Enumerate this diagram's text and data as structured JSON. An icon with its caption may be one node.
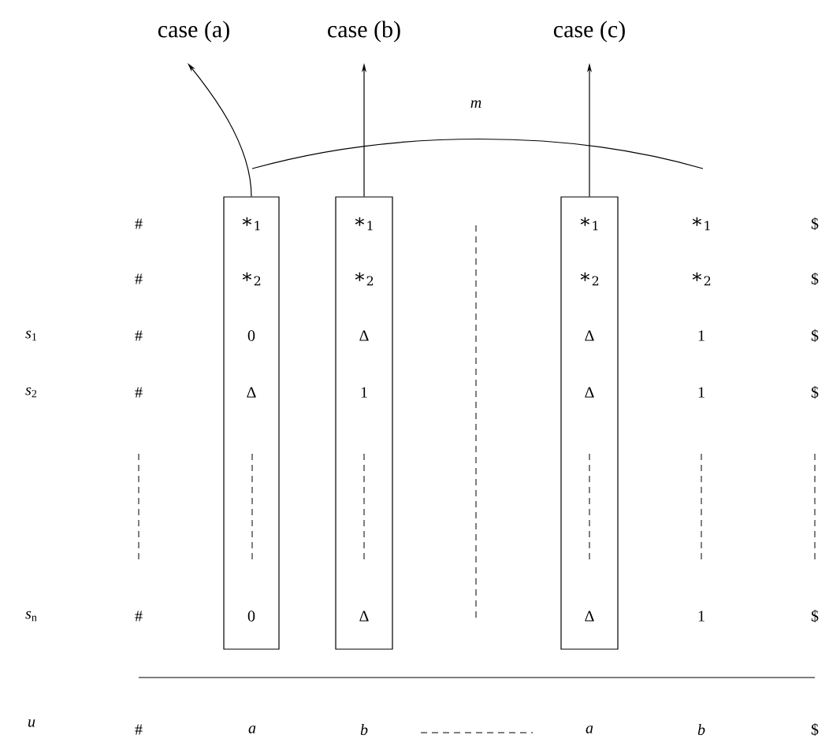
{
  "diagram": {
    "nodes": [
      {
        "text": [
          "case (a)"
        ]
      },
      {
        "text": [
          "case (b)"
        ]
      },
      {
        "text": [
          "case (c)"
        ]
      },
      {
        "text": [
          "∗$_{1}$",
          "∗$_{2}$",
          "0",
          "Δ",
          "0"
        ]
      },
      {
        "text": [
          "∗$_{1}$",
          "∗$_{2}$",
          "Δ",
          "1",
          "Δ"
        ]
      },
      {
        "text": [
          "∗$_{1}$",
          "∗$_{2}$",
          "Δ",
          "Δ",
          "Δ"
        ]
      }
    ],
    "edges": [
      {
        "from": 3,
        "to": 0,
        "arrow": "to"
      },
      {
        "from": 4,
        "to": 1,
        "arrow": "to"
      },
      {
        "from": 5,
        "to": 2,
        "arrow": "to"
      }
    ],
    "labels": [
      "*m*",
      "#",
      "∗$_{1}$",
      "$",
      "#",
      "∗$_{2}$",
      "$",
      "*s*$_{1}$",
      "#",
      "1",
      "$",
      "*s*$_{2}$",
      "#",
      "1",
      "$",
      "*s*$_{n}$",
      "#",
      "1",
      "$",
      "*u*",
      "#",
      "*a*",
      "*b*",
      "*a*",
      "*b*",
      "$"
    ]
  }
}
